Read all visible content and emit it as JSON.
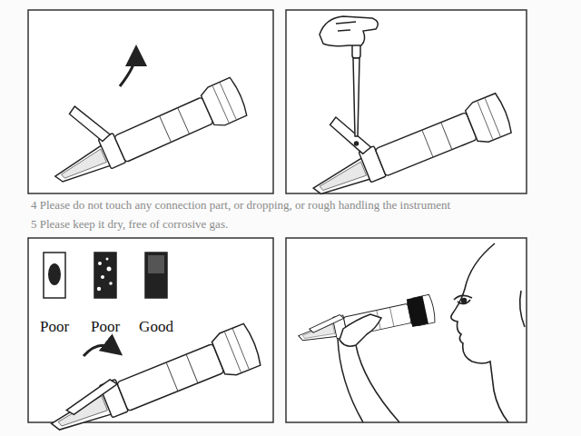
{
  "diagram": {
    "labels": [
      "Poor",
      "Poor",
      "Good",
      "4 Please do not touch any connection part, or dropping, or rough handling the instrument",
      "5 Please keep it dry, free of corrosive gas."
    ]
  }
}
